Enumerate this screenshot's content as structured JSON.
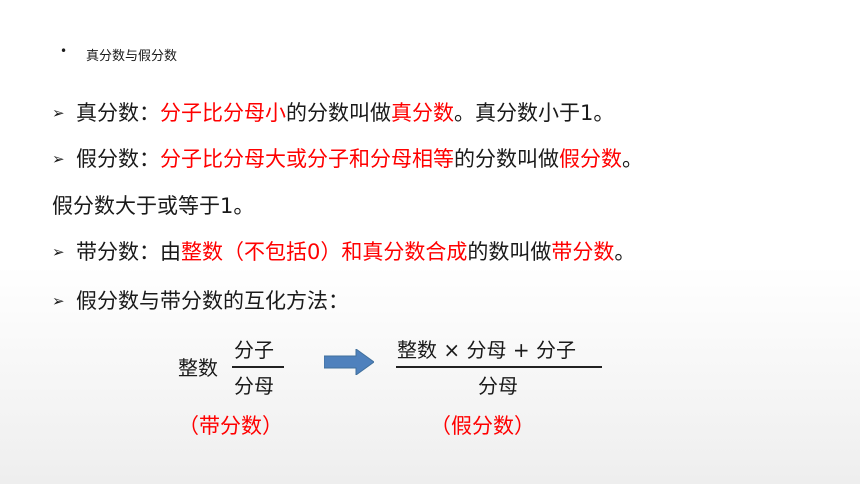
{
  "header": {
    "bullet": "•",
    "title": "真分数与假分数"
  },
  "bullet_glyph": "➢",
  "lines": {
    "l1": {
      "a": "真分数：",
      "b": "分子比分母小",
      "c": "的分数叫做",
      "d": "真分数",
      "e": "。真分数小于1。"
    },
    "l2": {
      "a": "假分数：",
      "b": "分子比分母大或分子和分母相等",
      "c": "的分数叫做",
      "d": "假分数",
      "e": "。"
    },
    "l3": {
      "a": "假分数大于或等于1。"
    },
    "l4": {
      "a": "带分数：由",
      "b": "整数（不包括0）和真分数合成",
      "c": "的数叫做",
      "d": "带分数",
      "e": "。"
    },
    "l5": {
      "a": "假分数与带分数的互化方法："
    }
  },
  "formula": {
    "mixed": {
      "whole": "整数",
      "numerator": "分子",
      "denominator": "分母",
      "label": "（带分数）"
    },
    "improper": {
      "numerator": "整数 × 分母 + 分子",
      "denominator": "分母",
      "label": "（假分数）"
    },
    "arrow_color": "#4f81bd"
  }
}
